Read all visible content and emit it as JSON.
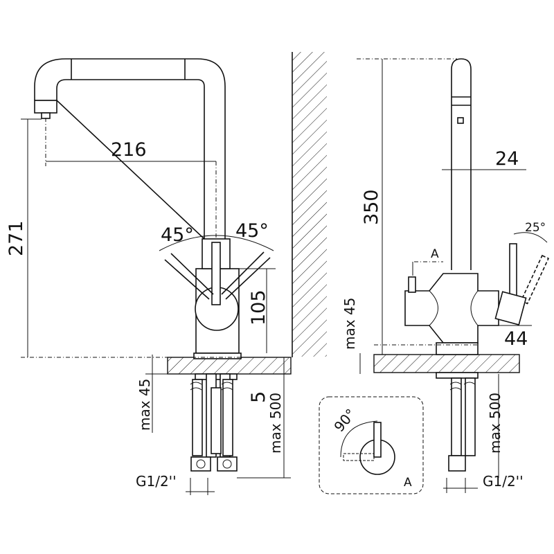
{
  "left_view": {
    "spout_reach": "216",
    "height": "271",
    "angle_left": "45°",
    "angle_right": "45°",
    "body_height": "105",
    "base_gap": "5",
    "counter_max": "max 45",
    "hose_max": "max 500",
    "thread": "G1/2''"
  },
  "right_view": {
    "height": "350",
    "tube_diameter": "24",
    "lever_angle": "25°",
    "detail_marker": "A",
    "counter_max": "max 45",
    "body_depth": "44",
    "hose_max": "max 500",
    "thread": "G1/2''"
  },
  "detail_a": {
    "angle": "90°",
    "label": "A"
  }
}
